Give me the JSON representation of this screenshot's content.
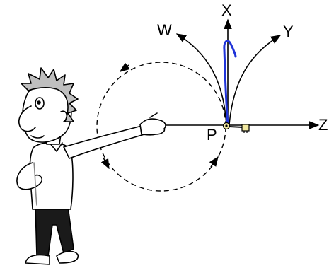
{
  "labels": {
    "x": "X",
    "y": "Y",
    "w": "W",
    "z": "Z",
    "p": "P"
  },
  "colors": {
    "ink": "#000000",
    "blue_path": "#1f33d8",
    "skin": "#ffffff",
    "shadow": "#d9d9d9",
    "trousers": "#1a1a1a",
    "key": "#f2e9a0"
  }
}
